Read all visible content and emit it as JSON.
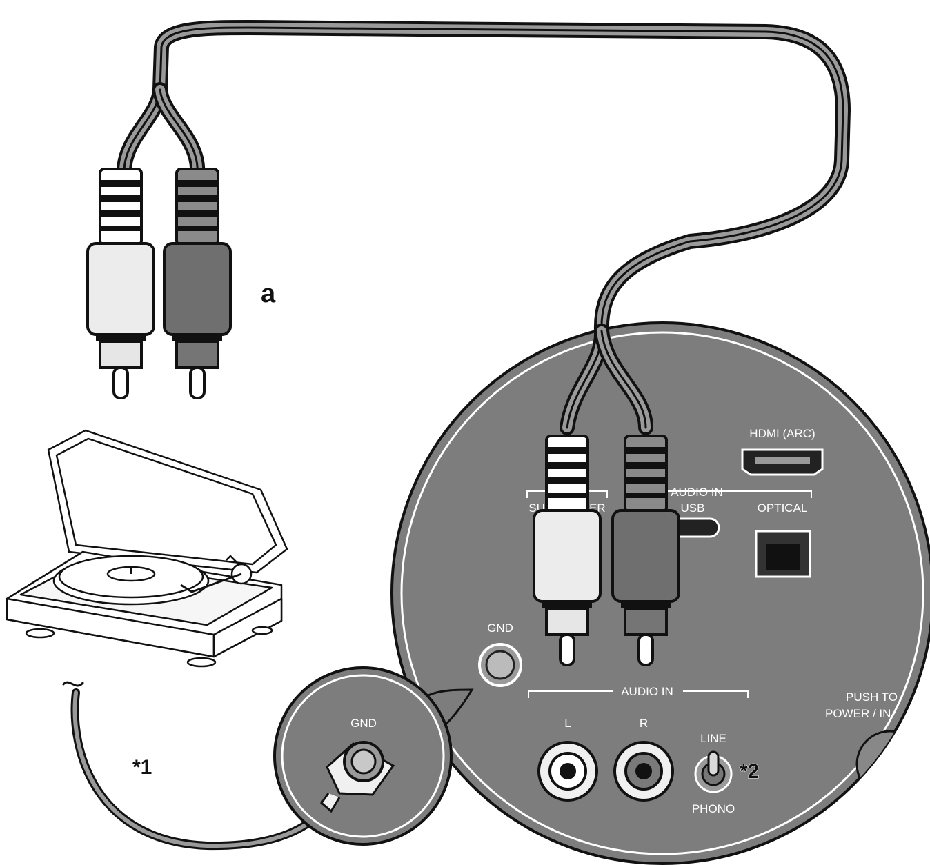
{
  "callouts": {
    "cable": "a",
    "note1": "*1",
    "note2": "*2"
  },
  "panel_labels": {
    "hdmi": "HDMI (ARC)",
    "audio_in_top": "AUDIO IN",
    "subwoofer": "SUBWOOFER",
    "usb": "USB",
    "optical": "OPTICAL",
    "gnd": "GND",
    "audio_in_bottom": "AUDIO IN",
    "left": "L",
    "right": "R",
    "line": "LINE",
    "phono": "PHONO",
    "push_to": "PUSH TO",
    "power_in": "POWER / IN"
  },
  "zoom_labels": {
    "gnd": "GND"
  },
  "colors": {
    "panel": "#7d7d7d",
    "cable_white": "#eeeeee",
    "cable_red_tone": "#777777",
    "outline": "#111111"
  },
  "icons": [
    "turntable-icon",
    "rca-plug-white-icon",
    "rca-plug-red-icon",
    "hdmi-port-icon",
    "usb-c-port-icon",
    "optical-port-icon",
    "ground-terminal-icon",
    "rca-jack-icon",
    "toggle-switch-icon"
  ]
}
